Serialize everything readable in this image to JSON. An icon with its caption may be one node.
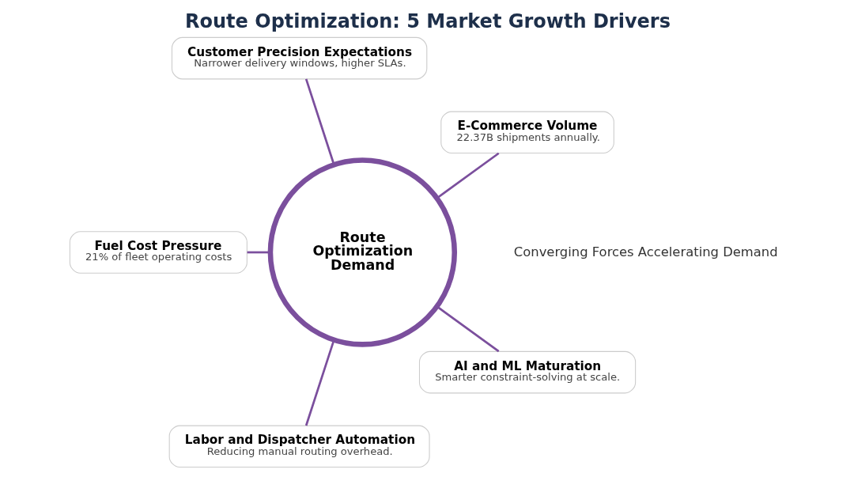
{
  "diagram": {
    "title": "Route Optimization: 5 Market Growth Drivers",
    "nodes": [
      {
        "text": [
          "Route Optimization Demand"
        ]
      },
      {
        "text": [
          "E-Commerce Volume",
          "22.37B shipments annually."
        ]
      },
      {
        "text": [
          "Customer Precision Expectations",
          "Narrower delivery windows, higher SLAs."
        ]
      },
      {
        "text": [
          "Fuel Cost Pressure",
          "21% of fleet operating costs"
        ]
      },
      {
        "text": [
          "Labor and Dispatcher Automation",
          "Reducing manual routing overhead."
        ]
      },
      {
        "text": [
          "AI and ML Maturation",
          "Smarter constraint-solving at scale."
        ]
      }
    ],
    "edges": [
      {
        "from": 0,
        "to": 1,
        "arrow": "none"
      },
      {
        "from": 0,
        "to": 2,
        "arrow": "none"
      },
      {
        "from": 0,
        "to": 3,
        "arrow": "none"
      },
      {
        "from": 0,
        "to": 4,
        "arrow": "none"
      },
      {
        "from": 0,
        "to": 5,
        "arrow": "none"
      }
    ],
    "labels": [
      "Converging Forces Accelerating Demand"
    ]
  }
}
